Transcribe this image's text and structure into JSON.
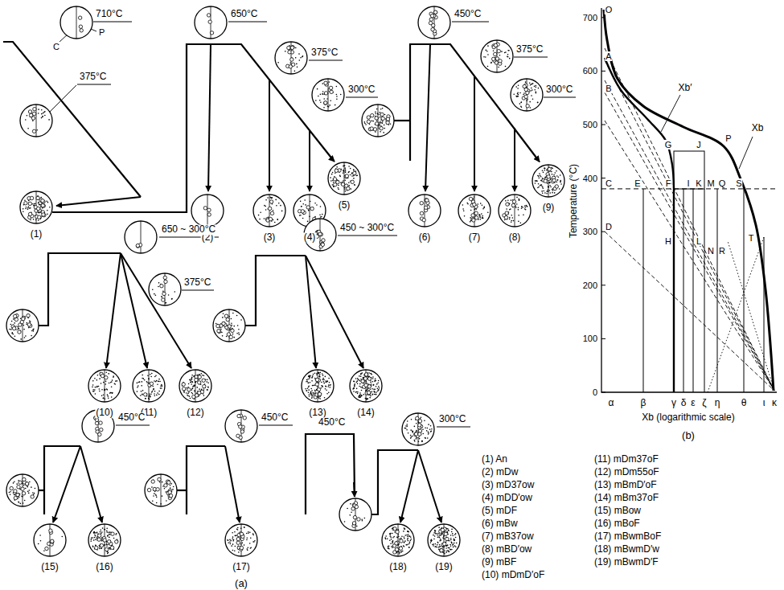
{
  "diagram": {
    "labels": [
      "710°C",
      "P",
      "C",
      "375°C",
      "(1)",
      "650°C",
      "375°C",
      "300°C",
      "(2)",
      "(3)",
      "(4)",
      "(5)",
      "450°C",
      "375°C",
      "300°C",
      "(6)",
      "(7)",
      "(8)",
      "(9)",
      "650 ~ 300°C",
      "375°C",
      "(10)",
      "(11)",
      "(12)",
      "450 ~ 300°C",
      "(13)",
      "(14)",
      "450°C",
      "(15)",
      "(16)",
      "450°C",
      "(17)",
      "450°C",
      "300°C",
      "(18)",
      "(19)",
      "(a)",
      "700",
      "600",
      "500",
      "400",
      "300",
      "200",
      "100",
      "0",
      "Temperature (°C)",
      "O",
      "A",
      "B",
      "C",
      "D",
      "E",
      "F",
      "G",
      "H",
      "I",
      "J",
      "K",
      "L",
      "M",
      "N",
      "P",
      "Q",
      "R",
      "S",
      "T",
      "Xb′",
      "Xb",
      "α",
      "β",
      "γ",
      "δ",
      "ε",
      "ζ",
      "η",
      "θ",
      "ι",
      "κ",
      "Xb (logarithmic scale)",
      "(b)",
      "(1) An",
      "(2) mDw",
      "(3) mD37ow",
      "(4) mDD′ow",
      "(5) mDF",
      "(6) mBw",
      "(7) mB37ow",
      "(8) mBD′ow",
      "(9) mBF",
      "(10) mDmD′oF",
      "(11) mDm37oF",
      "(12) mDm55oF",
      "(13) mBmD′oF",
      "(14) mBm37oF",
      "(15) mBow",
      "(16) mBoF",
      "(17) mBwmBoF",
      "(18) mBwmD′w",
      "(19) mBwmD′F"
    ]
  }
}
